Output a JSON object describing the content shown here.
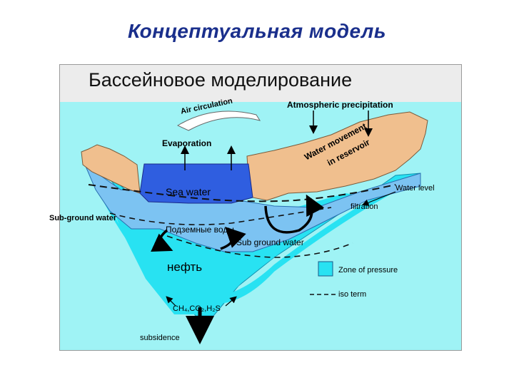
{
  "slide": {
    "title": "Концептуальная модель"
  },
  "figure": {
    "subtitle": "Бассейновое моделирование",
    "labels": {
      "atmospheric_precipitation": "Atmospheric precipitation",
      "air_circulation": "Air circulation",
      "evaporation": "Evaporation",
      "water_movement": "Water movement",
      "in_reservoir": "in reservoir",
      "sea_water": "Sea water",
      "water_level": "Water level",
      "filtration": "filtration",
      "sub_ground_water_left": "Sub-ground water",
      "podzemnye_vody": "Подземные воды",
      "sub_ground_water_center": "Sub ground water",
      "neft": "нефть",
      "zone_of_pressure": "Zone of pressure",
      "iso_term": "iso term",
      "gases": "CH₄,CO₂,H₂S",
      "subsidence": "subsidence"
    },
    "colors": {
      "panel": "#ececec",
      "ground": "#9ff3f5",
      "sea": "#2f5ee0",
      "rock": "#f0bf8e",
      "aquifer": "#7cc3f2",
      "deep": "#28e2f2",
      "title": "#1a2f8c"
    }
  }
}
